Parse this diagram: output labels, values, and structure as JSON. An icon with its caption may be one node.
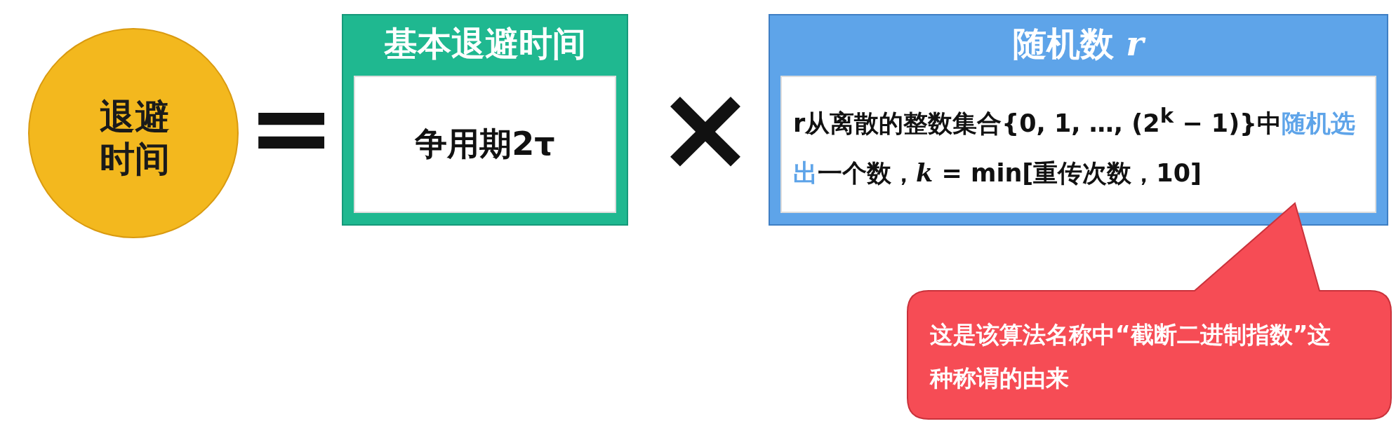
{
  "diagram": {
    "nodes": [
      {
        "text": [
          "退避时间"
        ]
      },
      {
        "text": [
          "基本退避时间",
          "争用期2τ"
        ]
      },
      {
        "text": [
          "随机数 *r*",
          "r从离散的整数集合{0, 1, …, (2$^{k}$ − 1)}中**随机选出**一个数，*k* = min[重传次数，10]"
        ]
      },
      {
        "text": [
          "这是该算法名称中“截断二进制指数”这种称谓的由来"
        ]
      }
    ],
    "edges": [],
    "labels": [
      "=",
      "×"
    ]
  }
}
